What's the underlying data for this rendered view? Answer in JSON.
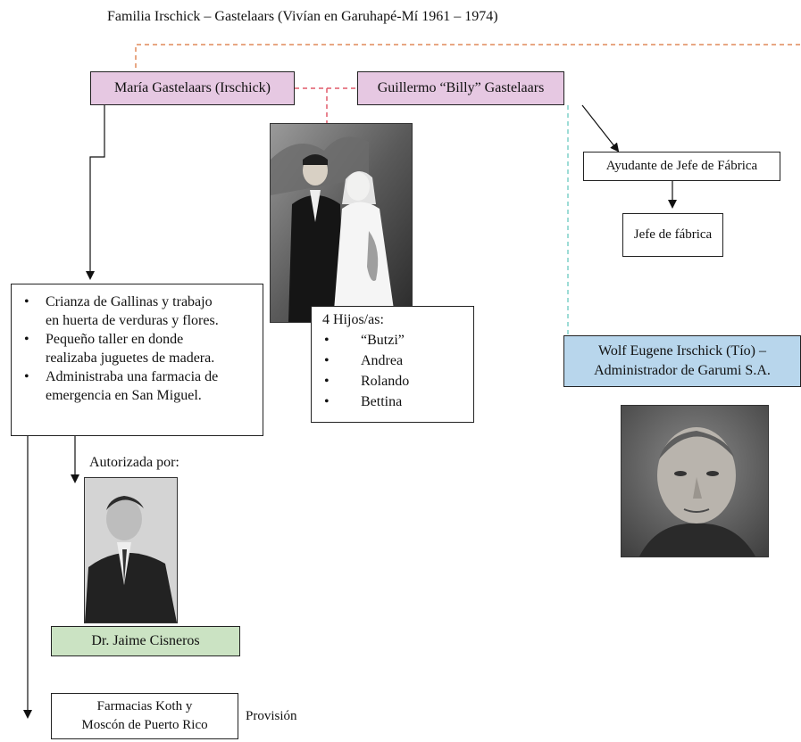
{
  "title": "Familia Irschick – Gastelaars (Vivían en Garuhapé-Mí 1961 – 1974)",
  "nodes": {
    "maria": "María Gastelaars (Irschick)",
    "guillermo": "Guillermo “Billy” Gastelaars",
    "ayudante": "Ayudante de Jefe de Fábrica",
    "jefe": "Jefe de fábrica",
    "wolf_line1": "Wolf Eugene Irschick (Tío) –",
    "wolf_line2": "Administrador de Garumi S.A.",
    "jaime": "Dr. Jaime Cisneros",
    "farmacias_line1": "Farmacias Koth y",
    "farmacias_line2": "Moscón de Puerto Rico"
  },
  "activities": [
    {
      "line1": "Crianza de Gallinas y trabajo",
      "line2": "en huerta de verduras y flores."
    },
    {
      "line1": "Pequeño taller en donde",
      "line2": "realizaba juguetes de madera."
    },
    {
      "line1": "Administraba una farmacia de",
      "line2": "emergencia en San Miguel."
    }
  ],
  "children": {
    "heading": "4 Hijos/as:",
    "names": [
      "“Butzi”",
      "Andrea",
      "Rolando",
      "Bettina"
    ]
  },
  "labels": {
    "autorizada": "Autorizada por:",
    "provision": "Provisión"
  },
  "colors": {
    "pink": "#e6c8e2",
    "blue": "#b8d6ec",
    "green": "#cbe3c3",
    "dashed_orange": "#e08a5a",
    "dashed_pink": "#e05a6a",
    "dashed_teal": "#7fd1c8"
  }
}
